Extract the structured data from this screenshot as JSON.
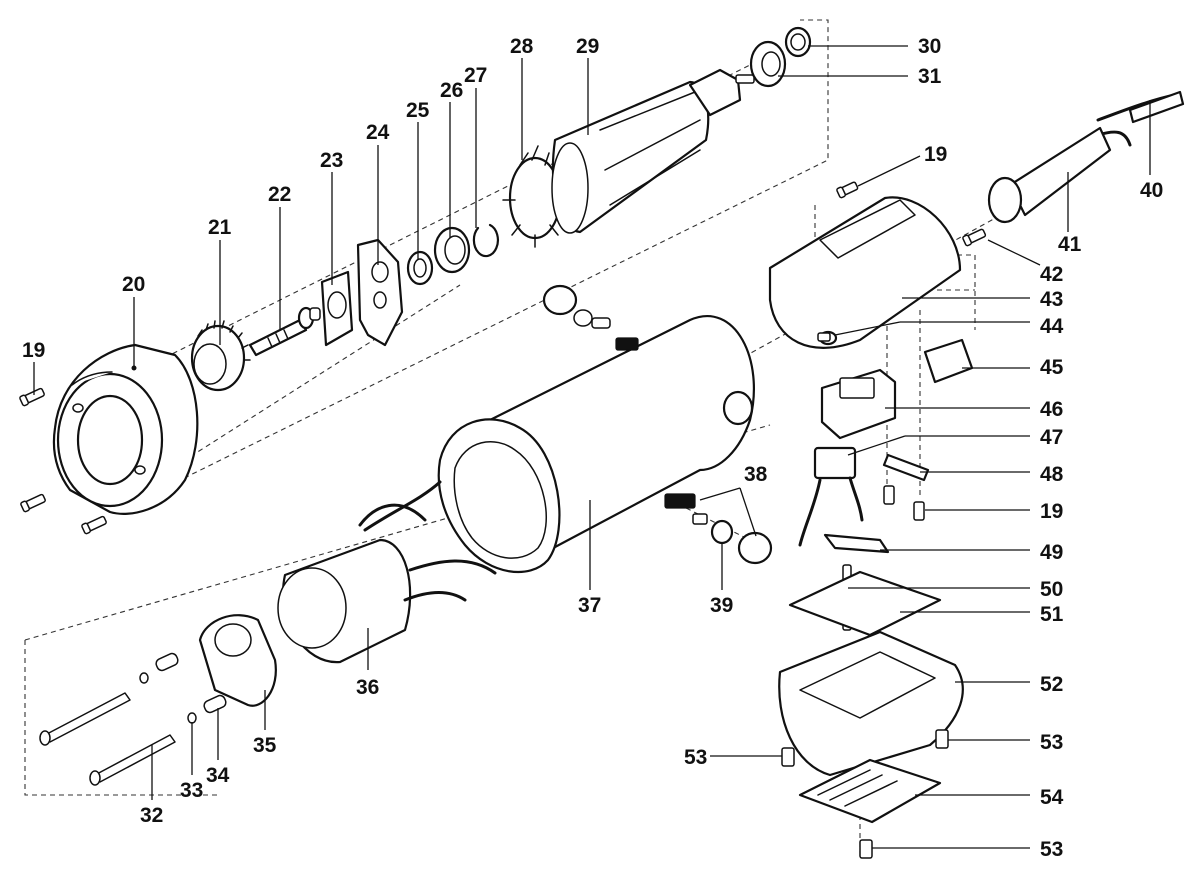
{
  "labels": {
    "p19a": "19",
    "p19b": "19",
    "p19c": "19",
    "p20": "20",
    "p21": "21",
    "p22": "22",
    "p23": "23",
    "p24": "24",
    "p25": "25",
    "p26": "26",
    "p27": "27",
    "p28": "28",
    "p29": "29",
    "p30": "30",
    "p31": "31",
    "p32": "32",
    "p33": "33",
    "p34": "34",
    "p35": "35",
    "p36": "36",
    "p37": "37",
    "p38": "38",
    "p39": "39",
    "p40": "40",
    "p41": "41",
    "p42": "42",
    "p43": "43",
    "p44": "44",
    "p45": "45",
    "p46": "46",
    "p47": "47",
    "p48": "48",
    "p49": "49",
    "p50": "50",
    "p51": "51",
    "p52": "52",
    "p53a": "53",
    "p53b": "53",
    "p53c": "53",
    "p54": "54"
  },
  "colors": {
    "ink": "#111111",
    "paper": "#ffffff"
  }
}
